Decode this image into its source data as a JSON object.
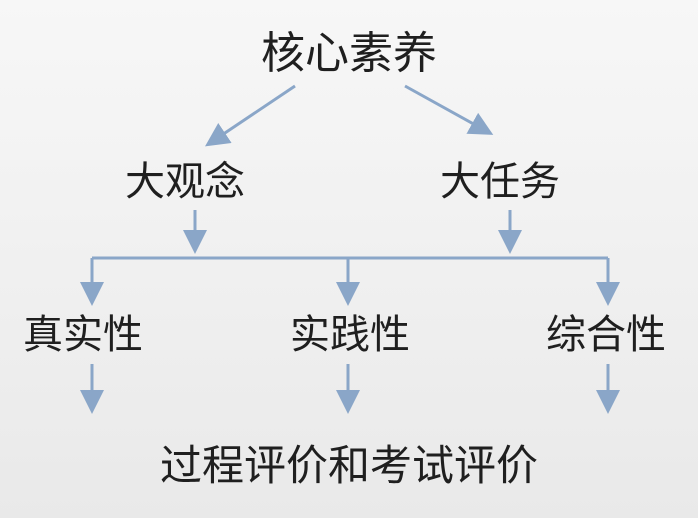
{
  "diagram": {
    "root": "核心素养",
    "level1": [
      "大观念",
      "大任务"
    ],
    "level2": [
      "真实性",
      "实践性",
      "综合性"
    ],
    "bottom": "过程评价和考试评价"
  },
  "colors": {
    "connector": "#8aa6c8",
    "text": "#1f1f1f"
  }
}
